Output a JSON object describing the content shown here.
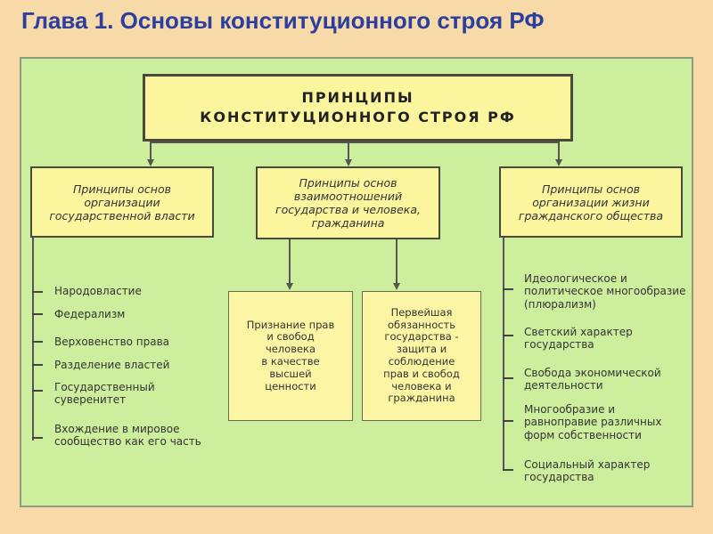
{
  "title": "Глава 1. Основы конституционного строя РФ",
  "main_box": {
    "line1": "ПРИНЦИПЫ",
    "line2": "КОНСТИТУЦИОННОГО СТРОЯ РФ"
  },
  "categories": [
    {
      "lines": [
        "Принципы основ",
        "организации",
        "государственной власти"
      ]
    },
    {
      "lines": [
        "Принципы основ",
        "взаимоотношений",
        "государства и человека,",
        "гражданина"
      ]
    },
    {
      "lines": [
        "Принципы основ",
        "организации жизни",
        "гражданского общества"
      ]
    }
  ],
  "left_items": [
    [
      "Народовластие"
    ],
    [
      "Федерализм"
    ],
    [
      "Верховенство права"
    ],
    [
      "Разделение властей"
    ],
    [
      "Государственный",
      "суверенитет"
    ],
    [
      "Вхождение в мировое",
      "сообщество как его часть"
    ]
  ],
  "middle_boxes": [
    {
      "lines": [
        "Признание прав",
        "и свобод",
        "человека",
        "в качестве",
        "высшей",
        "ценности"
      ]
    },
    {
      "lines": [
        "Первейшая",
        "обязанность",
        "государства -",
        "защита и",
        "соблюдение",
        "прав и свобод",
        "человека и",
        "гражданина"
      ]
    }
  ],
  "right_items": [
    [
      "Идеологическое и",
      "политическое многообразие",
      "(плюрализм)"
    ],
    [
      "Светский характер",
      "государства"
    ],
    [
      "Свобода экономической",
      "деятельности"
    ],
    [
      "Многообразие и",
      "равноправие различных",
      "форм собственности"
    ],
    [
      "Социальный характер",
      "государства"
    ]
  ]
}
